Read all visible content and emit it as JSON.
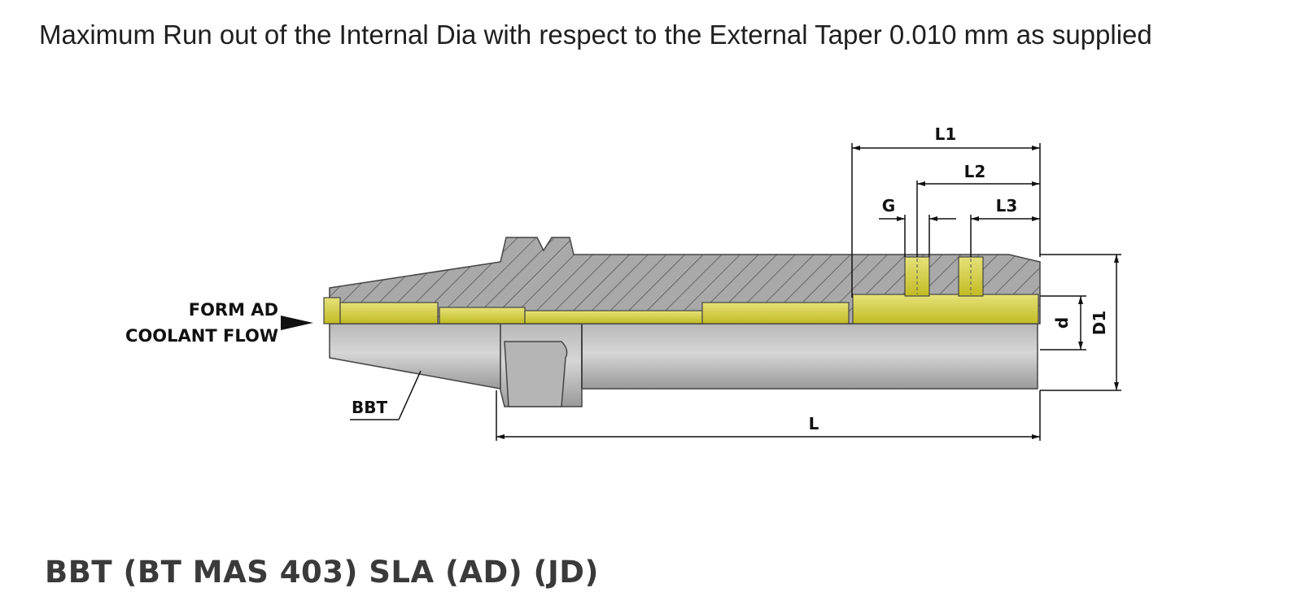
{
  "heading": "Maximum Run out of the Internal Dia with respect to the External Taper 0.010 mm as supplied",
  "product_title": "BBT (BT MAS 403) SLA (AD) (JD)",
  "labels": {
    "form_ad": "FORM AD",
    "coolant_flow": "COOLANT FLOW",
    "bbt": "BBT"
  },
  "dimensions": {
    "L": "L",
    "L1": "L1",
    "L2": "L2",
    "L3": "L3",
    "G": "G",
    "d": "d",
    "D1": "D1"
  },
  "colors": {
    "body_gray": "#c9c9c9",
    "section_gray": "#a9a9a9",
    "coolant_yellow": "#d9d43f",
    "outline": "#444444",
    "text": "#1f1f1f"
  }
}
